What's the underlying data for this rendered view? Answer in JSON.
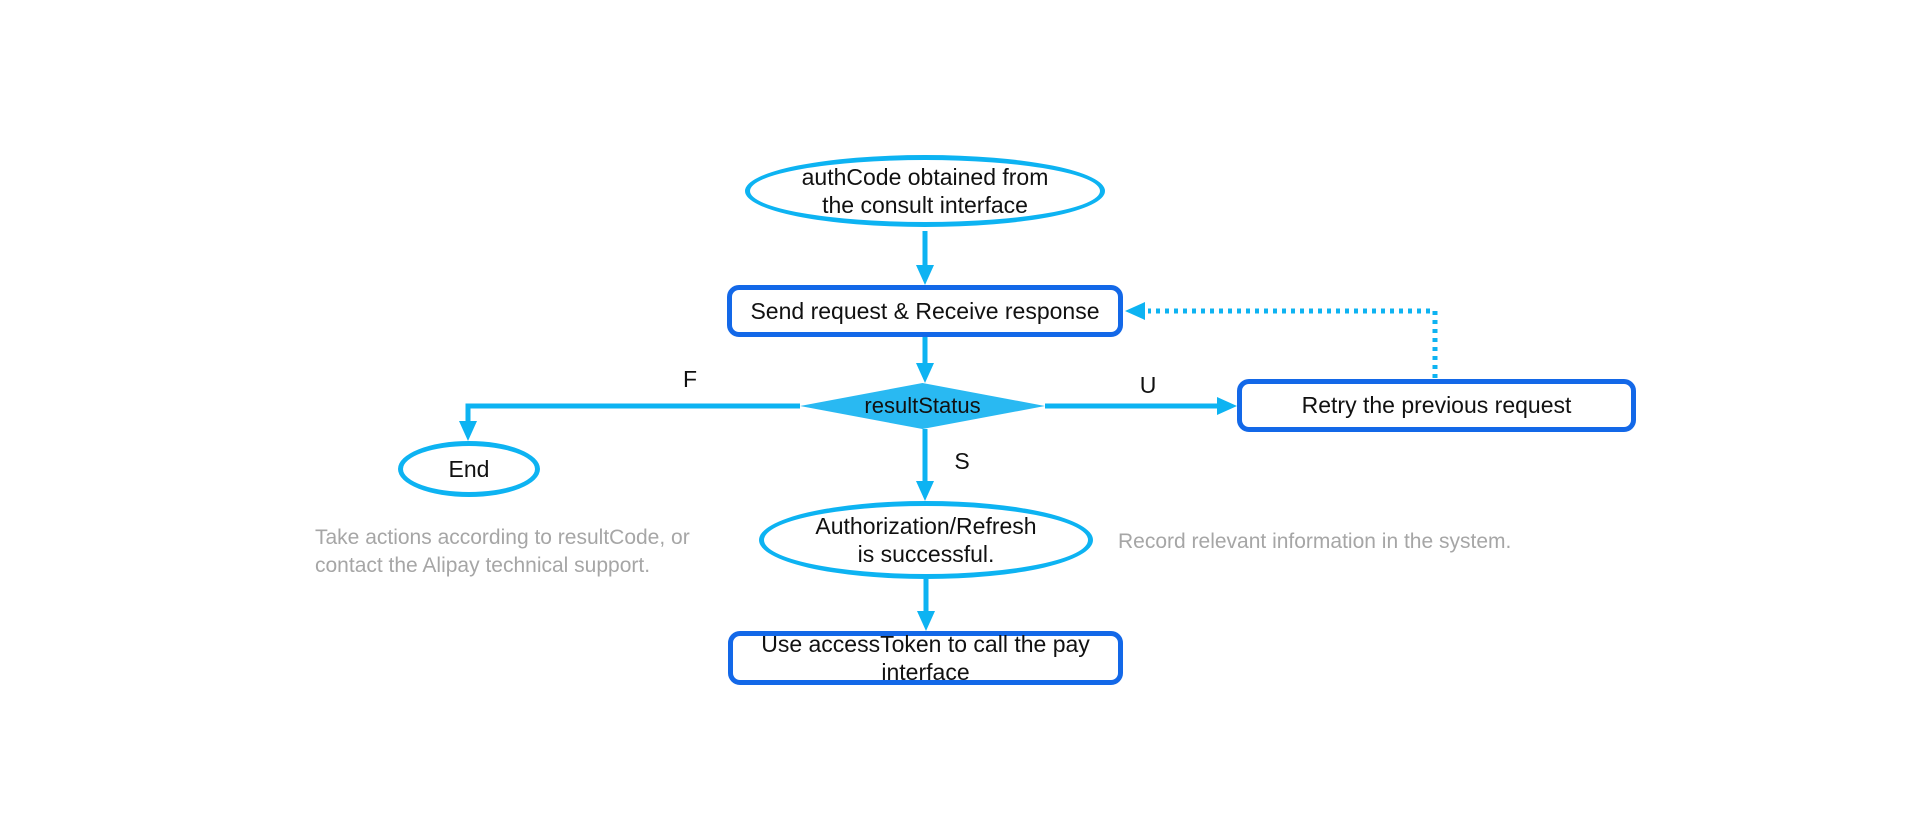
{
  "colors": {
    "cyan_stroke": "#0db3f2",
    "diamond_fill": "#29b9f2",
    "rect_border_blue": "#1368e8",
    "text": "#111111",
    "note_gray": "#a6a6a6",
    "background": "#ffffff"
  },
  "nodes": {
    "start_ellipse": {
      "line1": "authCode obtained from",
      "line2": "the consult interface"
    },
    "send_rect": {
      "label": "Send request & Receive response"
    },
    "decision_diamond": {
      "label": "resultStatus"
    },
    "end_ellipse": {
      "label": "End"
    },
    "retry_rect": {
      "label": "Retry the previous request"
    },
    "success_ellipse": {
      "line1": "Authorization/Refresh",
      "line2": "is successful."
    },
    "pay_rect": {
      "label": "Use accessToken to call the pay interface"
    }
  },
  "edge_labels": {
    "fail": "F",
    "unknown": "U",
    "success": "S"
  },
  "notes": {
    "left_line1": "Take actions according to resultCode, or",
    "left_line2": "contact the Alipay technical support.",
    "right": "Record relevant information in the system."
  }
}
